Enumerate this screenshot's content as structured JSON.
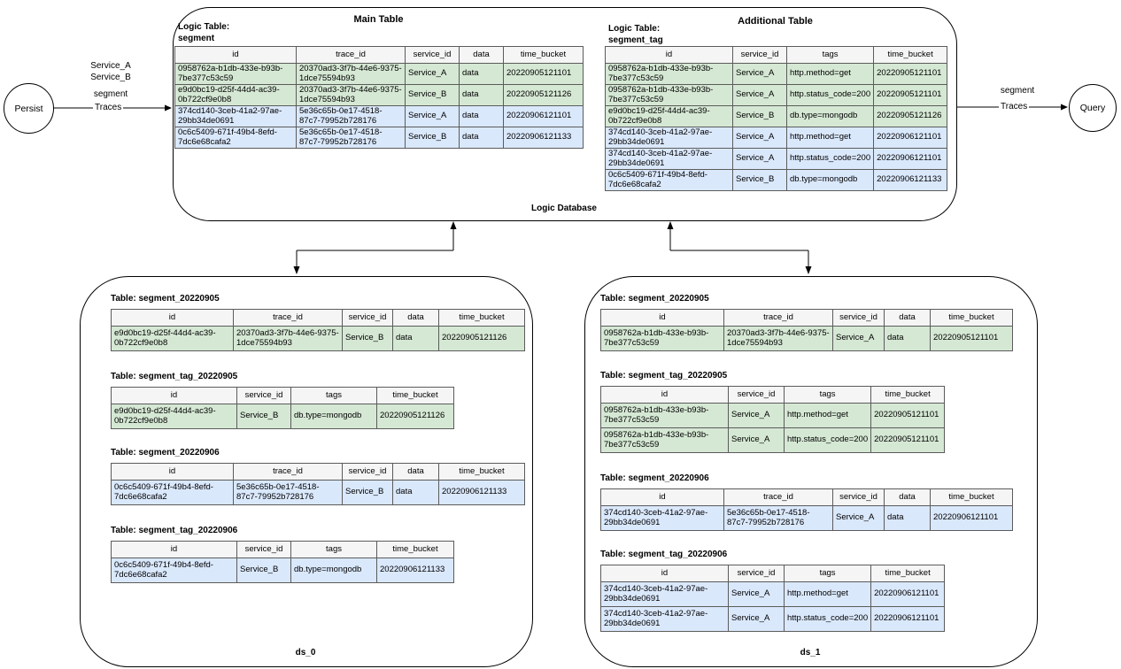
{
  "colors": {
    "row_green": "#d5e8d4",
    "row_blue": "#dae8fc",
    "header_bg": "#f5f5f5"
  },
  "flow": {
    "persist_label": "Persist",
    "query_label": "Query",
    "left_labels": [
      "Service_A",
      "Service_B",
      "segment"
    ],
    "left_arrow_label": "Traces",
    "right_label_above": "segment",
    "right_arrow_label": "Traces"
  },
  "logic_db": {
    "bottom_label": "Logic Database",
    "main": {
      "title": "Main Table",
      "logic_table_label": "Logic Table:",
      "logic_table_name": "segment",
      "columns": [
        "id",
        "trace_id",
        "service_id",
        "data",
        "time_bucket"
      ],
      "rows": [
        {
          "tint": "green",
          "cells": [
            "0958762a-b1db-433e-b93b-7be377c53c59",
            "20370ad3-3f7b-44e6-9375-1dce75594b93",
            "Service_A",
            "data",
            "20220905121101"
          ]
        },
        {
          "tint": "green",
          "cells": [
            "e9d0bc19-d25f-44d4-ac39-0b722cf9e0b8",
            "20370ad3-3f7b-44e6-9375-1dce75594b93",
            "Service_B",
            "data",
            "20220905121126"
          ]
        },
        {
          "tint": "blue",
          "cells": [
            "374cd140-3ceb-41a2-97ae-29bb34de0691",
            "5e36c65b-0e17-4518-87c7-79952b728176",
            "Service_A",
            "data",
            "20220906121101"
          ]
        },
        {
          "tint": "blue",
          "cells": [
            "0c6c5409-671f-49b4-8efd-7dc6e68cafa2",
            "5e36c65b-0e17-4518-87c7-79952b728176",
            "Service_B",
            "data",
            "20220906121133"
          ]
        }
      ]
    },
    "additional": {
      "title": "Additional Table",
      "logic_table_label": "Logic Table:",
      "logic_table_name": "segment_tag",
      "columns": [
        "id",
        "service_id",
        "tags",
        "time_bucket"
      ],
      "rows": [
        {
          "tint": "green",
          "cells": [
            "0958762a-b1db-433e-b93b-7be377c53c59",
            "Service_A",
            "http.method=get",
            "20220905121101"
          ]
        },
        {
          "tint": "green",
          "cells": [
            "0958762a-b1db-433e-b93b-7be377c53c59",
            "Service_A",
            "http.status_code=200",
            "20220905121101"
          ]
        },
        {
          "tint": "green",
          "cells": [
            "e9d0bc19-d25f-44d4-ac39-0b722cf9e0b8",
            "Service_B",
            "db.type=mongodb",
            "20220905121126"
          ]
        },
        {
          "tint": "blue",
          "cells": [
            "374cd140-3ceb-41a2-97ae-29bb34de0691",
            "Service_A",
            "http.method=get",
            "20220906121101"
          ]
        },
        {
          "tint": "blue",
          "cells": [
            "374cd140-3ceb-41a2-97ae-29bb34de0691",
            "Service_A",
            "http.status_code=200",
            "20220906121101"
          ]
        },
        {
          "tint": "blue",
          "cells": [
            "0c6c5409-671f-49b4-8efd-7dc6e68cafa2",
            "Service_B",
            "db.type=mongodb",
            "20220906121133"
          ]
        }
      ]
    }
  },
  "ds0": {
    "label": "ds_0",
    "tables": [
      {
        "caption": "Table: segment_20220905",
        "columns": [
          "id",
          "trace_id",
          "service_id",
          "data",
          "time_bucket"
        ],
        "rows": [
          {
            "tint": "green",
            "cells": [
              "e9d0bc19-d25f-44d4-ac39-0b722cf9e0b8",
              "20370ad3-3f7b-44e6-9375-1dce75594b93",
              "Service_B",
              "data",
              "20220905121126"
            ]
          }
        ]
      },
      {
        "caption": "Table: segment_tag_20220905",
        "columns": [
          "id",
          "service_id",
          "tags",
          "time_bucket"
        ],
        "rows": [
          {
            "tint": "green",
            "cells": [
              "e9d0bc19-d25f-44d4-ac39-0b722cf9e0b8",
              "Service_B",
              "db.type=mongodb",
              "20220905121126"
            ]
          }
        ]
      },
      {
        "caption": "Table: segment_20220906",
        "columns": [
          "id",
          "trace_id",
          "service_id",
          "data",
          "time_bucket"
        ],
        "rows": [
          {
            "tint": "blue",
            "cells": [
              "0c6c5409-671f-49b4-8efd-7dc6e68cafa2",
              "5e36c65b-0e17-4518-87c7-79952b728176",
              "Service_B",
              "data",
              "20220906121133"
            ]
          }
        ]
      },
      {
        "caption": "Table: segment_tag_20220906",
        "columns": [
          "id",
          "service_id",
          "tags",
          "time_bucket"
        ],
        "rows": [
          {
            "tint": "blue",
            "cells": [
              "0c6c5409-671f-49b4-8efd-7dc6e68cafa2",
              "Service_B",
              "db.type=mongodb",
              "20220906121133"
            ]
          }
        ]
      }
    ]
  },
  "ds1": {
    "label": "ds_1",
    "tables": [
      {
        "caption": "Table: segment_20220905",
        "columns": [
          "id",
          "trace_id",
          "service_id",
          "data",
          "time_bucket"
        ],
        "rows": [
          {
            "tint": "green",
            "cells": [
              "0958762a-b1db-433e-b93b-7be377c53c59",
              "20370ad3-3f7b-44e6-9375-1dce75594b93",
              "Service_A",
              "data",
              "20220905121101"
            ]
          }
        ]
      },
      {
        "caption": "Table: segment_tag_20220905",
        "columns": [
          "id",
          "service_id",
          "tags",
          "time_bucket"
        ],
        "rows": [
          {
            "tint": "green",
            "cells": [
              "0958762a-b1db-433e-b93b-7be377c53c59",
              "Service_A",
              "http.method=get",
              "20220905121101"
            ]
          },
          {
            "tint": "green",
            "cells": [
              "0958762a-b1db-433e-b93b-7be377c53c59",
              "Service_A",
              "http.status_code=200",
              "20220905121101"
            ]
          }
        ]
      },
      {
        "caption": "Table: segment_20220906",
        "columns": [
          "id",
          "trace_id",
          "service_id",
          "data",
          "time_bucket"
        ],
        "rows": [
          {
            "tint": "blue",
            "cells": [
              "374cd140-3ceb-41a2-97ae-29bb34de0691",
              "5e36c65b-0e17-4518-87c7-79952b728176",
              "Service_A",
              "data",
              "20220906121101"
            ]
          }
        ]
      },
      {
        "caption": "Table: segment_tag_20220906",
        "columns": [
          "id",
          "service_id",
          "tags",
          "time_bucket"
        ],
        "rows": [
          {
            "tint": "blue",
            "cells": [
              "374cd140-3ceb-41a2-97ae-29bb34de0691",
              "Service_A",
              "http.method=get",
              "20220906121101"
            ]
          },
          {
            "tint": "blue",
            "cells": [
              "374cd140-3ceb-41a2-97ae-29bb34de0691",
              "Service_A",
              "http.status_code=200",
              "20220906121101"
            ]
          }
        ]
      }
    ]
  }
}
